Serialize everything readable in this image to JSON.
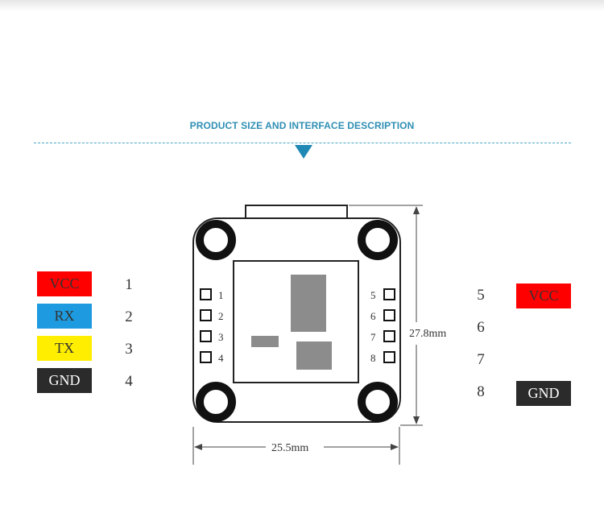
{
  "title": "PRODUCT SIZE AND INTERFACE DESCRIPTION",
  "colors": {
    "heading": "#2f8fb4",
    "arrow": "#1f88b5",
    "vcc": "#ff0000",
    "rx": "#1e9be0",
    "tx": "#ffee00",
    "gnd": "#2b2b2b",
    "board_outline": "#222222",
    "chip": "#8c8c8c"
  },
  "left_connector": {
    "labels": [
      {
        "text": "VCC",
        "color_key": "vcc",
        "text_color": "#333333"
      },
      {
        "text": "RX",
        "color_key": "rx",
        "text_color": "#333333"
      },
      {
        "text": "TX",
        "color_key": "tx",
        "text_color": "#333333"
      },
      {
        "text": "GND",
        "color_key": "gnd",
        "text_color": "#ffffff"
      }
    ],
    "numbers": [
      "1",
      "2",
      "3",
      "4"
    ]
  },
  "right_connector": {
    "numbers": [
      "5",
      "6",
      "7",
      "8"
    ],
    "labels": [
      {
        "text": "VCC",
        "color_key": "vcc",
        "text_color": "#333333",
        "row": 0
      },
      {
        "text": "GND",
        "color_key": "gnd",
        "text_color": "#ffffff",
        "row": 3
      }
    ]
  },
  "board": {
    "left_pads": [
      "1",
      "2",
      "3",
      "4"
    ],
    "right_pads": [
      "5",
      "6",
      "7",
      "8"
    ]
  },
  "dimensions": {
    "height": "27.8mm",
    "width": "25.5mm"
  }
}
